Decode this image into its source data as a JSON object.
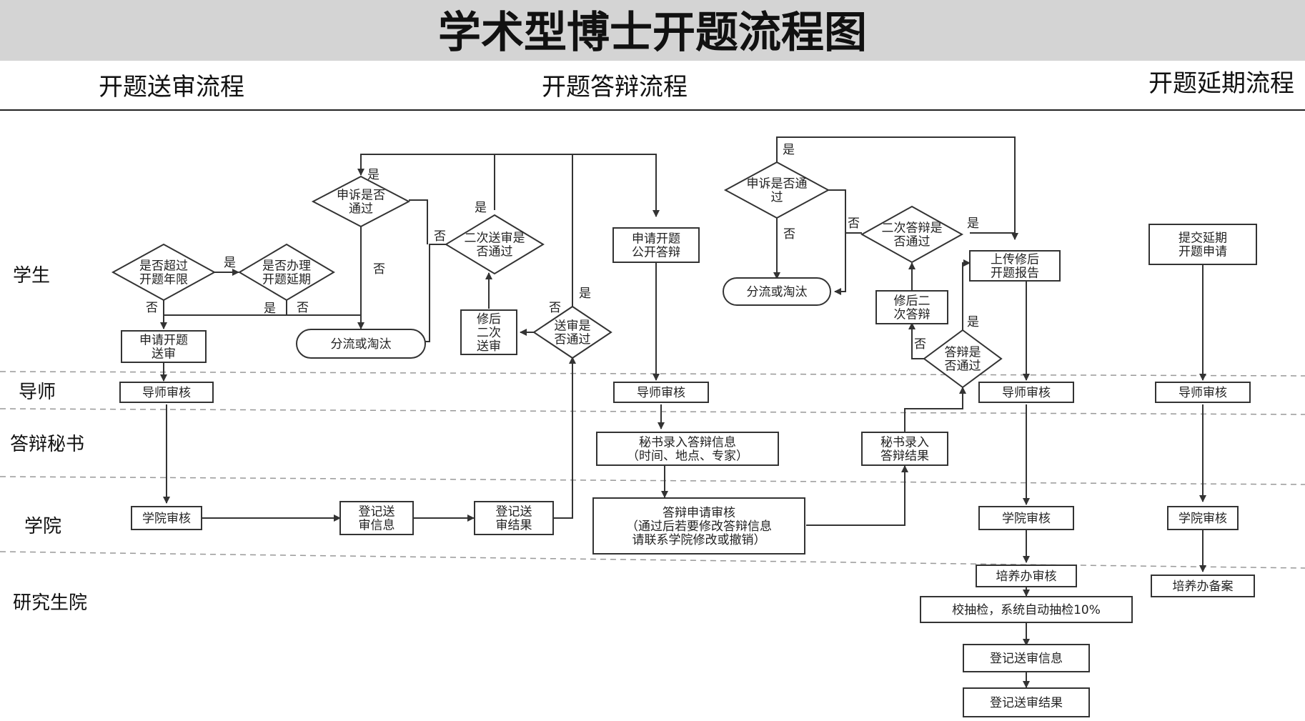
{
  "title": "学术型博士开题流程图",
  "sections": [
    "开题送审流程",
    "开题答辩流程",
    "开题延期流程"
  ],
  "lanes": [
    "学生",
    "导师",
    "答辩秘书",
    "学院",
    "研究生院"
  ],
  "edge_labels": {
    "yes": "是",
    "no": "否"
  },
  "nodes": {
    "n1": [
      "是否超过",
      "开题年限"
    ],
    "n2": [
      "是否办理",
      "开题延期"
    ],
    "n3": [
      "申诉是否",
      "通过"
    ],
    "n4": [
      "二次送审是",
      "否通过"
    ],
    "n5": [
      "分流或淘汰"
    ],
    "n6": [
      "申请开题",
      "送审"
    ],
    "n7": [
      "修后",
      "二次",
      "送审"
    ],
    "n8": [
      "送审是",
      "否通过"
    ],
    "n9": [
      "申请开题",
      "公开答辩"
    ],
    "n10": [
      "导师审核"
    ],
    "n11": [
      "学院审核"
    ],
    "n12": [
      "登记送",
      "审信息"
    ],
    "n13": [
      "登记送",
      "审结果"
    ],
    "n14": [
      "导师审核"
    ],
    "n15": [
      "秘书录入答辩信息",
      "（时间、地点、专家）"
    ],
    "n16": [
      "答辩申请审核",
      "（通过后若要修改答辩信息",
      "请联系学院修改或撤销）"
    ],
    "n17": [
      "申诉是否通",
      "过"
    ],
    "n18": [
      "分流或淘汰"
    ],
    "n19": [
      "二次答辩是",
      "否通过"
    ],
    "n20": [
      "修后二",
      "次答辩"
    ],
    "n21": [
      "上传修后",
      "开题报告"
    ],
    "n22": [
      "答辩是",
      "否通过"
    ],
    "n23": [
      "秘书录入",
      "答辩结果"
    ],
    "n24": [
      "导师审核"
    ],
    "n25": [
      "学院审核"
    ],
    "n26": [
      "培养办审核"
    ],
    "n27": [
      "校抽检，系统自动抽检10%"
    ],
    "n28": [
      "登记送审信息"
    ],
    "n29": [
      "登记送审结果"
    ],
    "n30": [
      "提交延期",
      "开题申请"
    ],
    "n31": [
      "导师审核"
    ],
    "n32": [
      "学院审核"
    ],
    "n33": [
      "培养办备案"
    ]
  }
}
